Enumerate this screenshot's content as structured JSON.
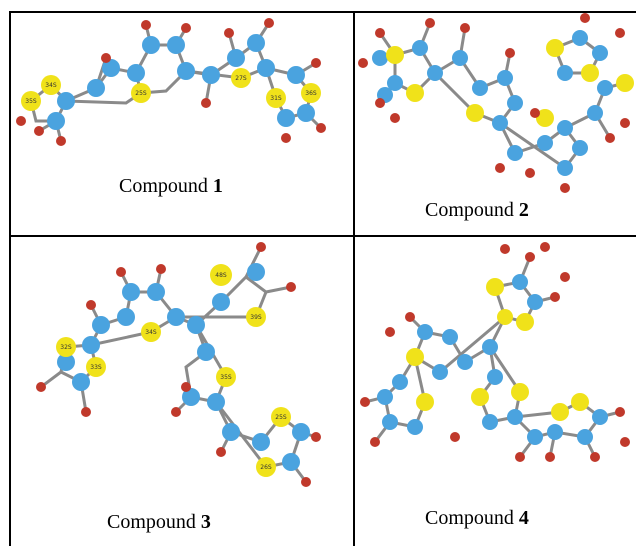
{
  "captions": {
    "c1": {
      "label": "Compound",
      "number": "1"
    },
    "c2": {
      "label": "Compound",
      "number": "2"
    },
    "c3": {
      "label": "Compound",
      "number": "3"
    },
    "c4": {
      "label": "Compound",
      "number": "4"
    }
  },
  "colors": {
    "carbon": "#4aa3df",
    "sulfur": "#f0e21a",
    "oxygen": "#c0392b",
    "bond": "#8a8a8a",
    "border": "#000000"
  },
  "atom_labels": {
    "m1": [
      "34S",
      "35S",
      "25S",
      "27S",
      "36S",
      "31S"
    ],
    "m3": [
      "48S",
      "39S",
      "34S",
      "32S",
      "33S",
      "35S",
      "25S",
      "26S"
    ]
  }
}
